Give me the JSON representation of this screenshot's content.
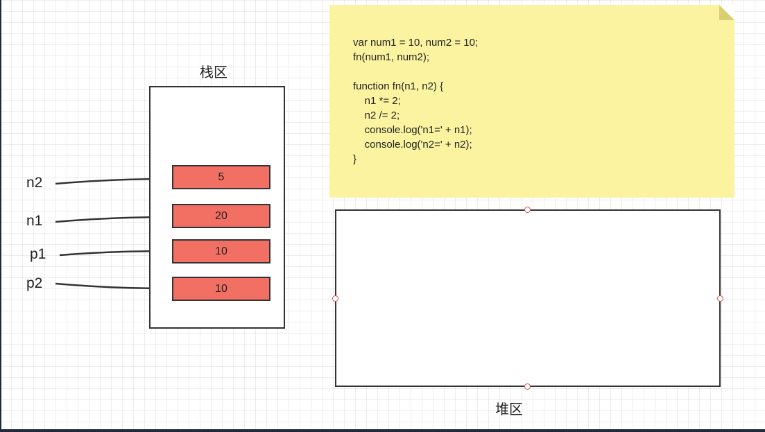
{
  "stack": {
    "title": "栈区",
    "cells": [
      "5",
      "20",
      "10",
      "10"
    ]
  },
  "heap": {
    "title": "堆区"
  },
  "variables": [
    "n2",
    "n1",
    "p1",
    "p2"
  ],
  "code": {
    "lines": [
      "var num1 = 10, num2 = 10;",
      "fn(num1, num2);",
      "",
      "function fn(n1, n2) {",
      "    n1 *= 2;",
      "    n2 /= 2;",
      "    console.log('n1=' + n1);",
      "    console.log('n2=' + n2);",
      "}"
    ]
  },
  "colors": {
    "cell_fill": "#f26f63",
    "note_fill": "#fbf3a0",
    "handle_stroke": "#d9534f",
    "line": "#333333"
  }
}
